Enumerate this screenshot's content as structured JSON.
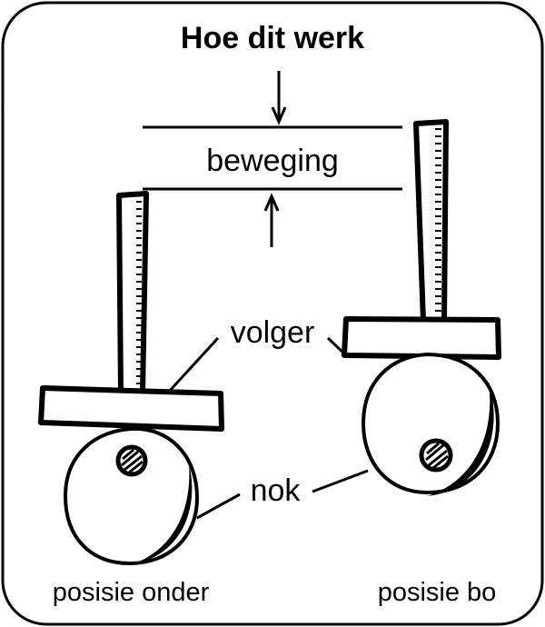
{
  "title": "Hoe dit werk",
  "labels": {
    "motion": "beweging",
    "follower": "volger",
    "cam": "nok",
    "position_low": "posisie onder",
    "position_high": "posisie bo"
  },
  "colors": {
    "ink": "#000000",
    "background": "#ffffff"
  }
}
